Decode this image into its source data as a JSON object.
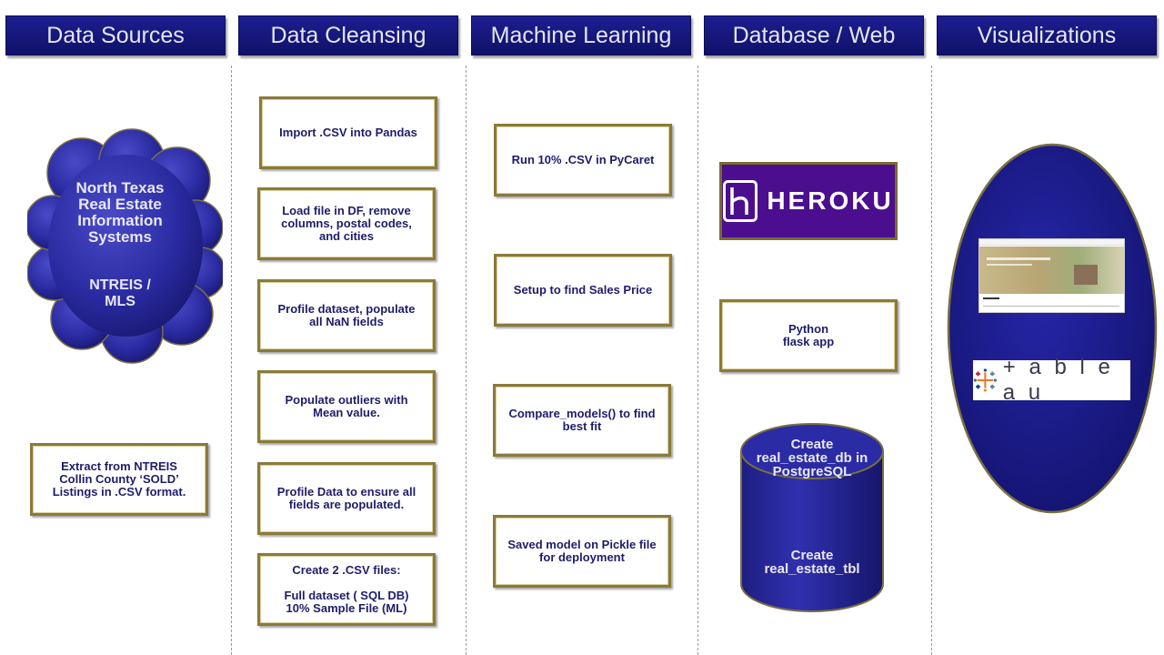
{
  "headers": [
    "Data Sources",
    "Data Cleansing",
    "Machine Learning",
    "Database / Web",
    "Visualizations"
  ],
  "sources": {
    "cloud_title": "North Texas\nReal Estate\nInformation\nSystems",
    "cloud_sub": "NTREIS /\nMLS",
    "extract": "Extract from NTREIS\nCollin County ‘SOLD’\nListings in .CSV format."
  },
  "cleansing": [
    "Import .CSV into Pandas",
    "Load file in DF, remove\ncolumns, postal codes,\nand cities",
    "Profile dataset, populate\nall NaN fields",
    "Populate outliers with\nMean value.",
    "Profile Data to ensure all\nfields are populated.",
    "Create 2 .CSV files:\n\nFull dataset ( SQL DB)\n10%  Sample File  (ML)"
  ],
  "ml": [
    "Run 10%  .CSV in PyCaret",
    "Setup to find Sales Price",
    "Compare_models() to find\nbest fit",
    "Saved model on Pickle file\nfor deployment"
  ],
  "web": {
    "heroku": "HEROKU",
    "flask": "Python\nflask app",
    "db_top": "Create\nreal_estate_db in\nPostgreSQL",
    "db_bottom": "Create\nreal_estate_tbl"
  },
  "viz": {
    "tableau": "+ a b l e a u"
  },
  "colors": {
    "header_bg": "#16177a",
    "box_border": "#8a7a3a",
    "box_text": "#1d1d6a",
    "heroku_bg": "#4a0e8f"
  }
}
